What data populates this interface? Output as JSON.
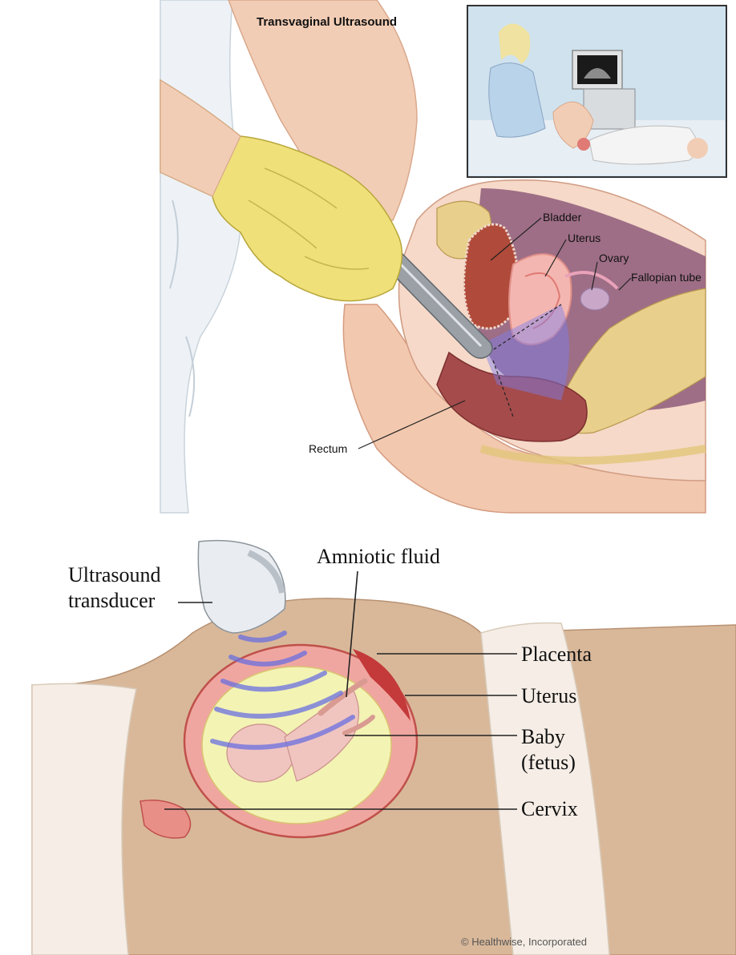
{
  "top_panel": {
    "title": "Transvaginal Ultrasound",
    "labels": {
      "bladder": "Bladder",
      "uterus": "Uterus",
      "ovary": "Ovary",
      "fallopian_tube": "Fallopian tube",
      "rectum": "Rectum"
    }
  },
  "bottom_panel": {
    "labels": {
      "transducer_line1": "Ultrasound",
      "transducer_line2": "transducer",
      "amniotic_fluid": "Amniotic fluid",
      "placenta": "Placenta",
      "uterus": "Uterus",
      "baby_line1": "Baby",
      "baby_line2": "(fetus)",
      "cervix": "Cervix"
    },
    "copyright": "© Healthwise, Incorporated"
  },
  "colors": {
    "skin": "#f1c9b0",
    "skin_shadow": "#e0a98c",
    "glove": "#efe07a",
    "bladder": "#b04a3a",
    "uterus_pink": "#f4b6b0",
    "pelvis_cavity": "#7a4a6a",
    "bone": "#e8cf8c",
    "ultrasound_beam": "#7b7ef0",
    "inset_bg": "#cfe2ee",
    "belly": "#d9b89a",
    "amniotic": "#f3f3b4",
    "uterus_wall": "#e77a7a",
    "placenta": "#c43a3a"
  }
}
